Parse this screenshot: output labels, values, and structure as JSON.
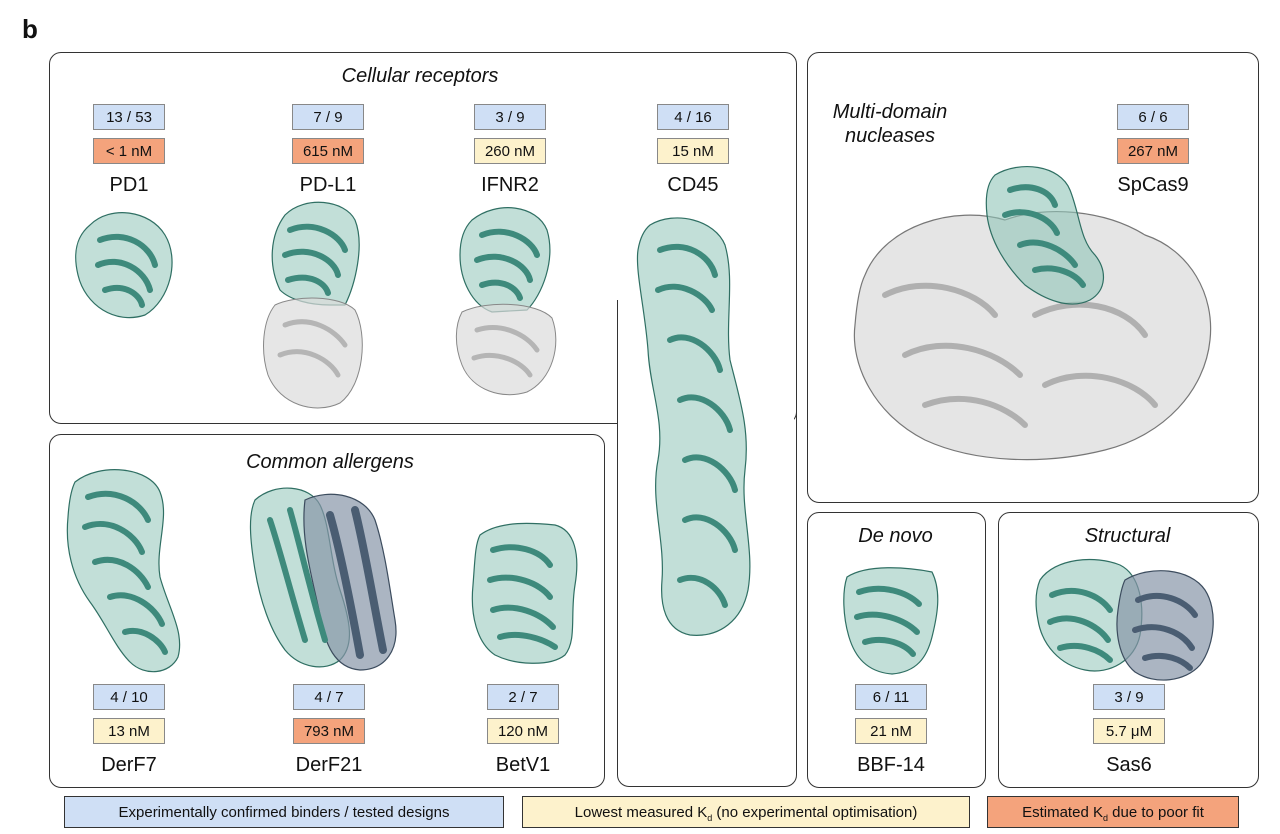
{
  "panel_letter": "b",
  "groups": {
    "cellular": "Cellular receptors",
    "allergens": "Common allergens",
    "nucleases": "Multi-domain nucleases",
    "denovo": "De novo",
    "structural": "Structural"
  },
  "proteins": [
    {
      "name": "PD1",
      "ratio": "13 / 53",
      "kd": "< 1 nM"
    },
    {
      "name": "PD-L1",
      "ratio": "7 / 9",
      "kd": "615 nM"
    },
    {
      "name": "IFNR2",
      "ratio": "3 / 9",
      "kd": "260 nM"
    },
    {
      "name": "CD45",
      "ratio": "4 / 16",
      "kd": "15 nM"
    },
    {
      "name": "SpCas9",
      "ratio": "6 / 6",
      "kd": "267 nM"
    },
    {
      "name": "DerF7",
      "ratio": "4 / 10",
      "kd": "13 nM"
    },
    {
      "name": "DerF21",
      "ratio": "4 / 7",
      "kd": "793 nM"
    },
    {
      "name": "BetV1",
      "ratio": "2 / 7",
      "kd": "120 nM"
    },
    {
      "name": "BBF-14",
      "ratio": "6 / 11",
      "kd": "21 nM"
    },
    {
      "name": "Sas6",
      "ratio": "3 / 9",
      "kd": "5.7 μM"
    }
  ],
  "legend": {
    "blue": "Experimentally confirmed binders / tested designs",
    "yellow_pre": "Lowest measured K",
    "yellow_sub": "d",
    "yellow_post": " (no experimental optimisation)",
    "orange_pre": "Estimated K",
    "orange_sub": "d",
    "orange_post": " due to poor fit"
  },
  "colors": {
    "blue_box": "#cfdff5",
    "yellow_box": "#fdf2cc",
    "orange_box": "#f4a37c",
    "teal_structure": "#4e9c8e",
    "grey_structure": "#c8c8c8",
    "slate_structure": "#5a6f84"
  }
}
